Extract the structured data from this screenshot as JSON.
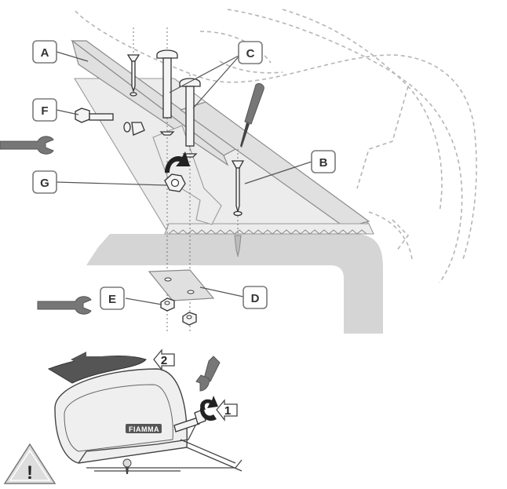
{
  "callouts": {
    "a": "A",
    "b": "B",
    "c": "C",
    "d": "D",
    "e": "E",
    "f": "F",
    "g": "G"
  },
  "steps": {
    "one": "1",
    "two": "2"
  },
  "warning": {
    "symbol": "!"
  },
  "brand": {
    "logo_text": "FIAMMA"
  },
  "icons": [
    "wrench-icon",
    "screwdriver-icon",
    "warning-icon",
    "rotate-arrow-icon",
    "slide-arrow-icon"
  ]
}
